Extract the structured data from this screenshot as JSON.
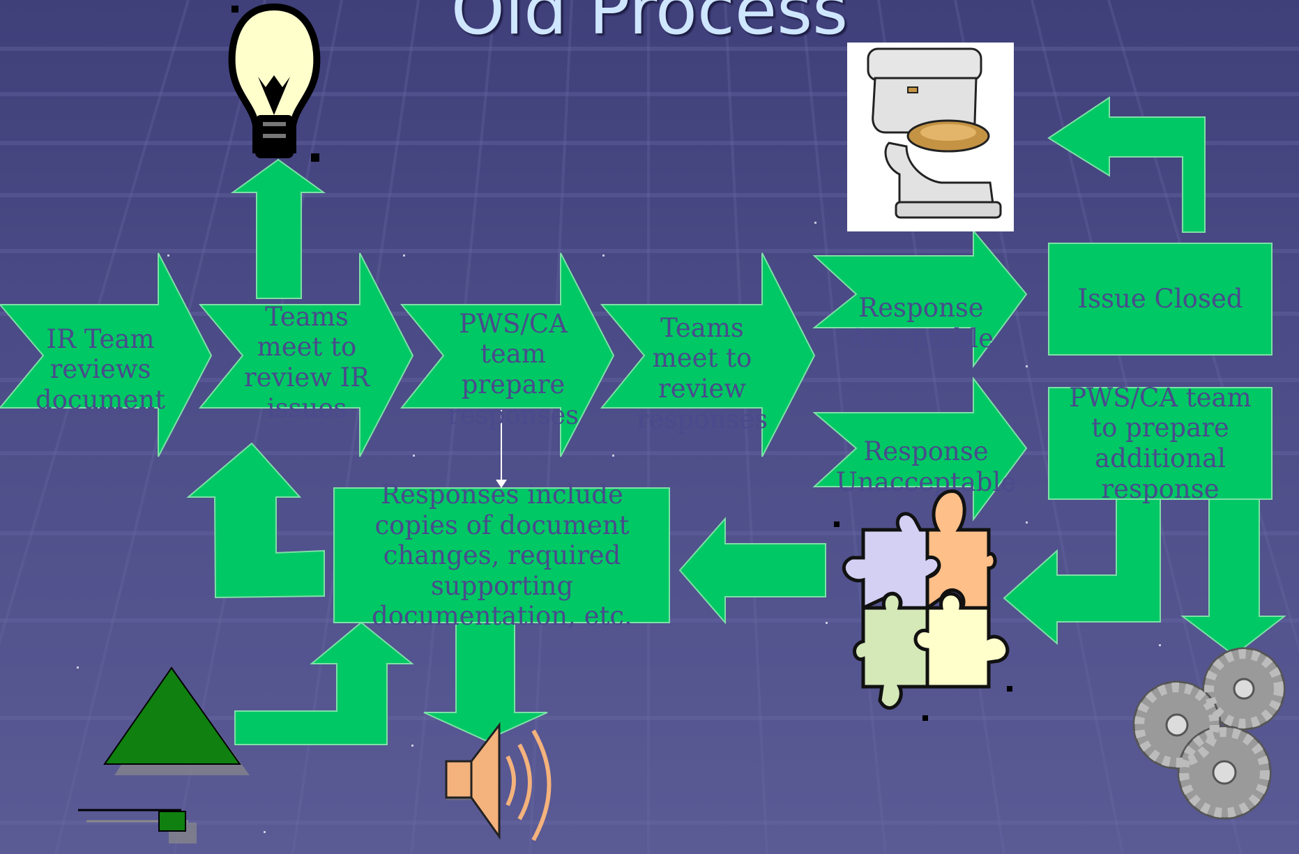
{
  "slide": {
    "title": "Old Process"
  },
  "colors": {
    "arrow_fill": "#00c864",
    "label_text": "#4a4a8c",
    "title_text": "#cfe6ff",
    "background": "#4a4a86"
  },
  "steps": [
    {
      "text": "IR Team reviews document"
    },
    {
      "text": "Teams meet to review IR issues"
    },
    {
      "text": "PWS/CA team prepare responses"
    },
    {
      "text": "Teams meet to review responses"
    }
  ],
  "outcomes": {
    "acceptable": "Response Acceptable",
    "unacceptable": "Response Unacceptable",
    "closed": "Issue Closed",
    "additional": "PWS/CA team to prepare additional response"
  },
  "responses_box": {
    "text": "Responses include copies of document changes, required supporting documentation, etc."
  },
  "icons": [
    "lightbulb-icon",
    "toilet-icon",
    "puzzle-icon",
    "gears-icon",
    "speaker-icon",
    "bell-icon"
  ]
}
